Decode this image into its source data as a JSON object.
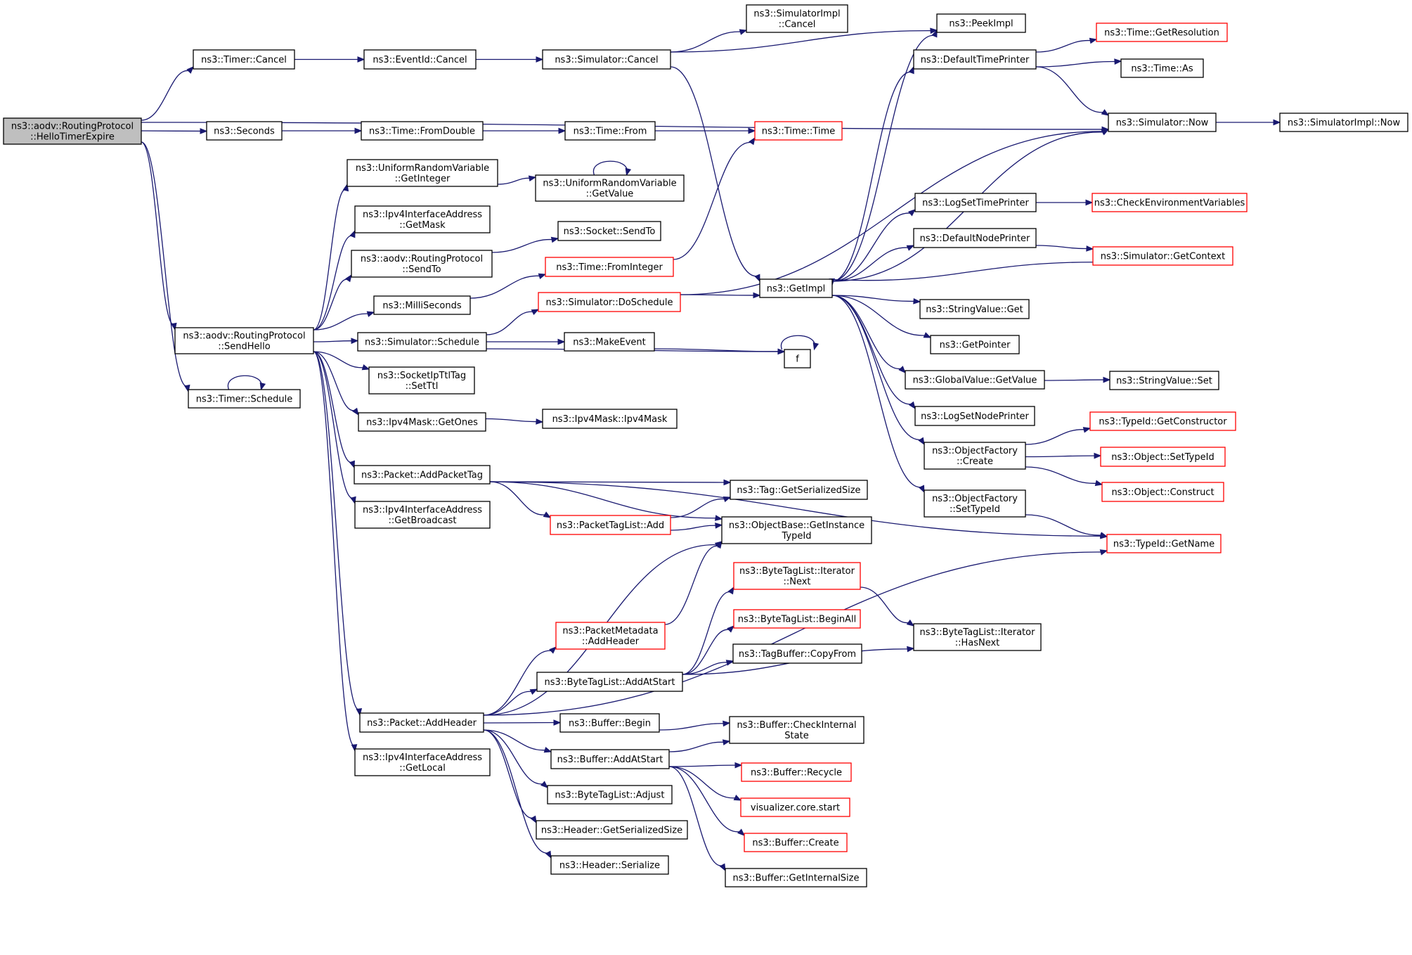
{
  "diagram": {
    "nodes": [
      {
        "id": "hello",
        "lines": [
          "ns3::aodv::RoutingProtocol",
          "::HelloTimerExpire"
        ],
        "style": "root"
      },
      {
        "id": "tcancel",
        "lines": [
          "ns3::Timer::Cancel"
        ],
        "style": "black"
      },
      {
        "id": "seconds",
        "lines": [
          "ns3::Seconds"
        ],
        "style": "black"
      },
      {
        "id": "sendhello",
        "lines": [
          "ns3::aodv::RoutingProtocol",
          "::SendHello"
        ],
        "style": "black"
      },
      {
        "id": "tsched",
        "lines": [
          "ns3::Timer::Schedule"
        ],
        "style": "black"
      },
      {
        "id": "evcancel",
        "lines": [
          "ns3::EventId::Cancel"
        ],
        "style": "black"
      },
      {
        "id": "fromdouble",
        "lines": [
          "ns3::Time::FromDouble"
        ],
        "style": "black"
      },
      {
        "id": "urvgi",
        "lines": [
          "ns3::UniformRandomVariable",
          "::GetInteger"
        ],
        "style": "black"
      },
      {
        "id": "ipv4mask",
        "lines": [
          "ns3::Ipv4InterfaceAddress",
          "::GetMask"
        ],
        "style": "black"
      },
      {
        "id": "aodvsendto",
        "lines": [
          "ns3::aodv::RoutingProtocol",
          "::SendTo"
        ],
        "style": "black"
      },
      {
        "id": "millis",
        "lines": [
          "ns3::MilliSeconds"
        ],
        "style": "black"
      },
      {
        "id": "simsched",
        "lines": [
          "ns3::Simulator::Schedule"
        ],
        "style": "black"
      },
      {
        "id": "setttl",
        "lines": [
          "ns3::SocketIpTtlTag",
          "::SetTtl"
        ],
        "style": "black"
      },
      {
        "id": "getones",
        "lines": [
          "ns3::Ipv4Mask::GetOnes"
        ],
        "style": "black"
      },
      {
        "id": "addptag",
        "lines": [
          "ns3::Packet::AddPacketTag"
        ],
        "style": "black"
      },
      {
        "id": "getbcast",
        "lines": [
          "ns3::Ipv4InterfaceAddress",
          "::GetBroadcast"
        ],
        "style": "black"
      },
      {
        "id": "addheader",
        "lines": [
          "ns3::Packet::AddHeader"
        ],
        "style": "black"
      },
      {
        "id": "getlocal",
        "lines": [
          "ns3::Ipv4InterfaceAddress",
          "::GetLocal"
        ],
        "style": "black"
      },
      {
        "id": "simcancel",
        "lines": [
          "ns3::Simulator::Cancel"
        ],
        "style": "black"
      },
      {
        "id": "timefrom",
        "lines": [
          "ns3::Time::From"
        ],
        "style": "black"
      },
      {
        "id": "urvgv",
        "lines": [
          "ns3::UniformRandomVariable",
          "::GetValue"
        ],
        "style": "black"
      },
      {
        "id": "socksendto",
        "lines": [
          "ns3::Socket::SendTo"
        ],
        "style": "black"
      },
      {
        "id": "fromint",
        "lines": [
          "ns3::Time::FromInteger"
        ],
        "style": "red"
      },
      {
        "id": "dosched",
        "lines": [
          "ns3::Simulator::DoSchedule"
        ],
        "style": "red"
      },
      {
        "id": "makeevent",
        "lines": [
          "ns3::MakeEvent"
        ],
        "style": "black"
      },
      {
        "id": "ipv4maskc",
        "lines": [
          "ns3::Ipv4Mask::Ipv4Mask"
        ],
        "style": "black"
      },
      {
        "id": "ptladd",
        "lines": [
          "ns3::PacketTagList::Add"
        ],
        "style": "red"
      },
      {
        "id": "pmaddh",
        "lines": [
          "ns3::PacketMetadata",
          "::AddHeader"
        ],
        "style": "red"
      },
      {
        "id": "btladdstart",
        "lines": [
          "ns3::ByteTagList::AddAtStart"
        ],
        "style": "black"
      },
      {
        "id": "bufbegin",
        "lines": [
          "ns3::Buffer::Begin"
        ],
        "style": "black"
      },
      {
        "id": "bufaddstart",
        "lines": [
          "ns3::Buffer::AddAtStart"
        ],
        "style": "black"
      },
      {
        "id": "btladjust",
        "lines": [
          "ns3::ByteTagList::Adjust"
        ],
        "style": "black"
      },
      {
        "id": "hdrgss",
        "lines": [
          "ns3::Header::GetSerializedSize"
        ],
        "style": "black"
      },
      {
        "id": "hdrser",
        "lines": [
          "ns3::Header::Serialize"
        ],
        "style": "black"
      },
      {
        "id": "simimplcancel",
        "lines": [
          "ns3::SimulatorImpl",
          "::Cancel"
        ],
        "style": "black"
      },
      {
        "id": "timetime",
        "lines": [
          "ns3::Time::Time"
        ],
        "style": "red"
      },
      {
        "id": "getimpl",
        "lines": [
          "ns3::GetImpl"
        ],
        "style": "black"
      },
      {
        "id": "f",
        "lines": [
          "f"
        ],
        "style": "black"
      },
      {
        "id": "taggss",
        "lines": [
          "ns3::Tag::GetSerializedSize"
        ],
        "style": "black"
      },
      {
        "id": "objbase",
        "lines": [
          "ns3::ObjectBase::GetInstance",
          "TypeId"
        ],
        "style": "black"
      },
      {
        "id": "btlnext",
        "lines": [
          "ns3::ByteTagList::Iterator",
          "::Next"
        ],
        "style": "red"
      },
      {
        "id": "btlbeginall",
        "lines": [
          "ns3::ByteTagList::BeginAll"
        ],
        "style": "red"
      },
      {
        "id": "tbcopy",
        "lines": [
          "ns3::TagBuffer::CopyFrom"
        ],
        "style": "black"
      },
      {
        "id": "bufcheck",
        "lines": [
          "ns3::Buffer::CheckInternal",
          "State"
        ],
        "style": "black"
      },
      {
        "id": "bufrecycle",
        "lines": [
          "ns3::Buffer::Recycle"
        ],
        "style": "red"
      },
      {
        "id": "vizstart",
        "lines": [
          "visualizer.core.start"
        ],
        "style": "red"
      },
      {
        "id": "bufcreate",
        "lines": [
          "ns3::Buffer::Create"
        ],
        "style": "red"
      },
      {
        "id": "bufgis",
        "lines": [
          "ns3::Buffer::GetInternalSize"
        ],
        "style": "black"
      },
      {
        "id": "peekimpl",
        "lines": [
          "ns3::PeekImpl"
        ],
        "style": "black"
      },
      {
        "id": "deftp",
        "lines": [
          "ns3::DefaultTimePrinter"
        ],
        "style": "black"
      },
      {
        "id": "simnow",
        "lines": [
          "ns3::Simulator::Now"
        ],
        "style": "black"
      },
      {
        "id": "logstp",
        "lines": [
          "ns3::LogSetTimePrinter"
        ],
        "style": "black"
      },
      {
        "id": "defnp",
        "lines": [
          "ns3::DefaultNodePrinter"
        ],
        "style": "black"
      },
      {
        "id": "strget",
        "lines": [
          "ns3::StringValue::Get"
        ],
        "style": "black"
      },
      {
        "id": "getptr",
        "lines": [
          "ns3::GetPointer"
        ],
        "style": "black"
      },
      {
        "id": "gvgv",
        "lines": [
          "ns3::GlobalValue::GetValue"
        ],
        "style": "black"
      },
      {
        "id": "logsnp",
        "lines": [
          "ns3::LogSetNodePrinter"
        ],
        "style": "black"
      },
      {
        "id": "ofcreate",
        "lines": [
          "ns3::ObjectFactory",
          "::Create"
        ],
        "style": "black"
      },
      {
        "id": "ofsettid",
        "lines": [
          "ns3::ObjectFactory",
          "::SetTypeId"
        ],
        "style": "black"
      },
      {
        "id": "btlhasnext",
        "lines": [
          "ns3::ByteTagList::Iterator",
          "::HasNext"
        ],
        "style": "black"
      },
      {
        "id": "getres",
        "lines": [
          "ns3::Time::GetResolution"
        ],
        "style": "red"
      },
      {
        "id": "timeas",
        "lines": [
          "ns3::Time::As"
        ],
        "style": "black"
      },
      {
        "id": "checkenv",
        "lines": [
          "ns3::CheckEnvironmentVariables"
        ],
        "style": "red"
      },
      {
        "id": "simgetctx",
        "lines": [
          "ns3::Simulator::GetContext"
        ],
        "style": "red"
      },
      {
        "id": "strset",
        "lines": [
          "ns3::StringValue::Set"
        ],
        "style": "black"
      },
      {
        "id": "tidgetctor",
        "lines": [
          "ns3::TypeId::GetConstructor"
        ],
        "style": "red"
      },
      {
        "id": "objsettid",
        "lines": [
          "ns3::Object::SetTypeId"
        ],
        "style": "red"
      },
      {
        "id": "objconstruct",
        "lines": [
          "ns3::Object::Construct"
        ],
        "style": "red"
      },
      {
        "id": "tidgetname",
        "lines": [
          "ns3::TypeId::GetName"
        ],
        "style": "red"
      },
      {
        "id": "simimplnow",
        "lines": [
          "ns3::SimulatorImpl::Now"
        ],
        "style": "black"
      }
    ],
    "edges": [
      [
        "hello",
        "tcancel"
      ],
      [
        "hello",
        "simnow"
      ],
      [
        "hello",
        "seconds"
      ],
      [
        "hello",
        "sendhello"
      ],
      [
        "hello",
        "tsched"
      ],
      [
        "tcancel",
        "evcancel"
      ],
      [
        "evcancel",
        "simcancel"
      ],
      [
        "simcancel",
        "simimplcancel"
      ],
      [
        "simcancel",
        "peekimpl"
      ],
      [
        "simcancel",
        "getimpl"
      ],
      [
        "seconds",
        "fromdouble"
      ],
      [
        "fromdouble",
        "timefrom"
      ],
      [
        "timefrom",
        "timetime"
      ],
      [
        "tsched",
        "tsched"
      ],
      [
        "sendhello",
        "urvgi"
      ],
      [
        "sendhello",
        "ipv4mask"
      ],
      [
        "sendhello",
        "aodvsendto"
      ],
      [
        "sendhello",
        "millis"
      ],
      [
        "sendhello",
        "simsched"
      ],
      [
        "sendhello",
        "setttl"
      ],
      [
        "sendhello",
        "getones"
      ],
      [
        "sendhello",
        "addptag"
      ],
      [
        "sendhello",
        "getbcast"
      ],
      [
        "sendhello",
        "addheader"
      ],
      [
        "sendhello",
        "getlocal"
      ],
      [
        "urvgi",
        "urvgv"
      ],
      [
        "urvgv",
        "urvgv"
      ],
      [
        "aodvsendto",
        "socksendto"
      ],
      [
        "millis",
        "fromint"
      ],
      [
        "fromint",
        "timetime"
      ],
      [
        "simsched",
        "dosched"
      ],
      [
        "simsched",
        "makeevent"
      ],
      [
        "simsched",
        "f"
      ],
      [
        "makeevent",
        "f"
      ],
      [
        "f",
        "f"
      ],
      [
        "dosched",
        "getimpl"
      ],
      [
        "dosched",
        "simnow"
      ],
      [
        "getones",
        "ipv4maskc"
      ],
      [
        "addptag",
        "tidgetname"
      ],
      [
        "addptag",
        "taggss"
      ],
      [
        "addptag",
        "ptladd"
      ],
      [
        "addptag",
        "objbase"
      ],
      [
        "ptladd",
        "taggss"
      ],
      [
        "ptladd",
        "objbase"
      ],
      [
        "addheader",
        "objbase"
      ],
      [
        "addheader",
        "pmaddh"
      ],
      [
        "addheader",
        "btladdstart"
      ],
      [
        "addheader",
        "bufbegin"
      ],
      [
        "addheader",
        "bufaddstart"
      ],
      [
        "addheader",
        "btladjust"
      ],
      [
        "addheader",
        "hdrgss"
      ],
      [
        "addheader",
        "hdrser"
      ],
      [
        "addheader",
        "tidgetname"
      ],
      [
        "pmaddh",
        "objbase"
      ],
      [
        "btladdstart",
        "btlnext"
      ],
      [
        "btladdstart",
        "btlbeginall"
      ],
      [
        "btladdstart",
        "tbcopy"
      ],
      [
        "btladdstart",
        "btlhasnext"
      ],
      [
        "btlnext",
        "btlhasnext"
      ],
      [
        "bufbegin",
        "bufcheck"
      ],
      [
        "bufaddstart",
        "bufcheck"
      ],
      [
        "bufaddstart",
        "bufrecycle"
      ],
      [
        "bufaddstart",
        "vizstart"
      ],
      [
        "bufaddstart",
        "bufcreate"
      ],
      [
        "bufaddstart",
        "bufgis"
      ],
      [
        "getimpl",
        "peekimpl"
      ],
      [
        "getimpl",
        "deftp"
      ],
      [
        "getimpl",
        "simnow"
      ],
      [
        "getimpl",
        "logstp"
      ],
      [
        "getimpl",
        "defnp"
      ],
      [
        "getimpl",
        "strget"
      ],
      [
        "getimpl",
        "getptr"
      ],
      [
        "getimpl",
        "gvgv"
      ],
      [
        "getimpl",
        "logsnp"
      ],
      [
        "getimpl",
        "ofcreate"
      ],
      [
        "getimpl",
        "ofsettid"
      ],
      [
        "deftp",
        "getres"
      ],
      [
        "deftp",
        "timeas"
      ],
      [
        "deftp",
        "simnow"
      ],
      [
        "simnow",
        "simimplnow"
      ],
      [
        "logstp",
        "checkenv"
      ],
      [
        "defnp",
        "simgetctx"
      ],
      [
        "simgetctx",
        "getimpl"
      ],
      [
        "gvgv",
        "strset"
      ],
      [
        "ofcreate",
        "tidgetctor"
      ],
      [
        "ofcreate",
        "objsettid"
      ],
      [
        "ofcreate",
        "objconstruct"
      ],
      [
        "ofsettid",
        "tidgetname"
      ]
    ]
  }
}
